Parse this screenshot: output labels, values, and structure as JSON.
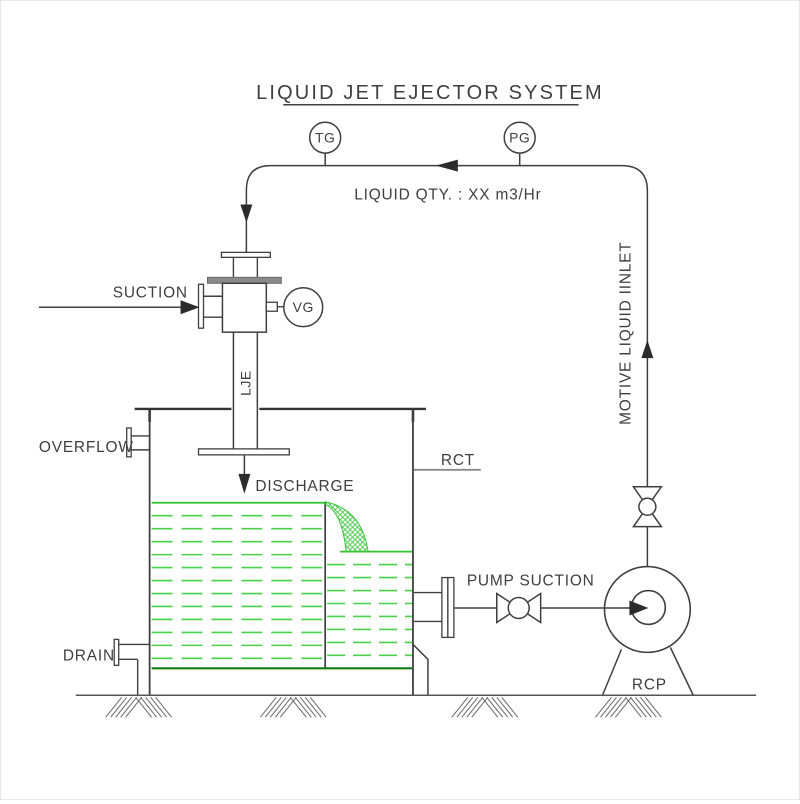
{
  "title": "LIQUID JET EJECTOR SYSTEM",
  "annotations": {
    "liquid_qty": "LIQUID QTY. : XX m3/Hr",
    "suction": "SUCTION",
    "discharge": "DISCHARGE",
    "overflow": "OVERFLOW",
    "drain": "DRAIN",
    "pump_suction": "PUMP SUCTION",
    "motive_inlet": "MOTIVE LIQUID IINLET"
  },
  "tags": {
    "temperature_gauge": "TG",
    "pressure_gauge": "PG",
    "vacuum_gauge": "VG",
    "ejector": "LJE",
    "tank": "RCT",
    "pump": "RCP"
  },
  "colors": {
    "line": "#3f3f3f",
    "flange_fill": "#8a8a8a",
    "liquid_green": "#3ecc3e",
    "liquid_dark_green": "#157a15"
  }
}
